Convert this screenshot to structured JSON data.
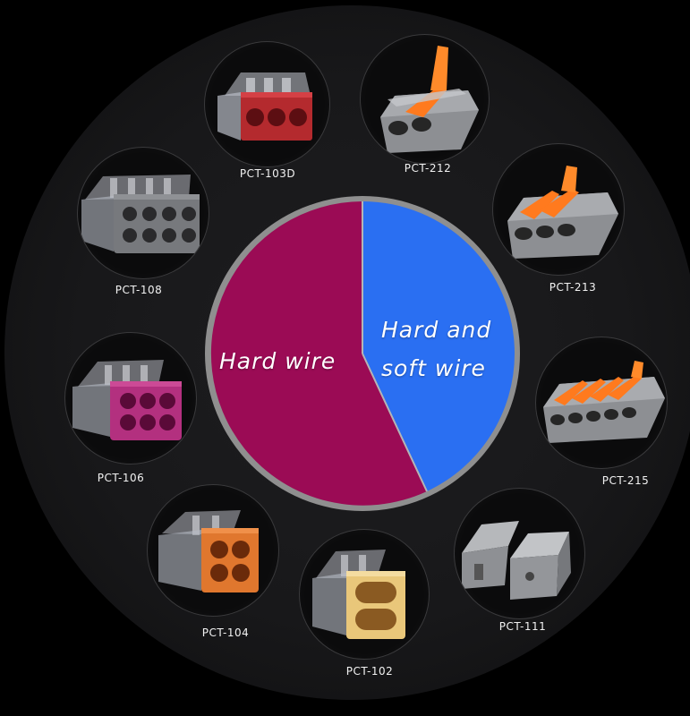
{
  "pie": {
    "segments": [
      {
        "label": "Hard wire",
        "color": "#9b0b55"
      },
      {
        "label": "Hard and soft wire",
        "color": "#2a6ff2"
      }
    ],
    "label_left": "Hard wire",
    "label_right_line1": "Hard and",
    "label_right_line2": "soft wire"
  },
  "products": [
    {
      "id": "pct-103d",
      "label": "PCT-103D",
      "group": "Hard wire",
      "icon": "red-push-in-connector-3-port"
    },
    {
      "id": "pct-212",
      "label": "PCT-212",
      "group": "Hard and soft wire",
      "icon": "lever-connector-2-port"
    },
    {
      "id": "pct-213",
      "label": "PCT-213",
      "group": "Hard and soft wire",
      "icon": "lever-connector-3-port"
    },
    {
      "id": "pct-215",
      "label": "PCT-215",
      "group": "Hard and soft wire",
      "icon": "lever-connector-5-port"
    },
    {
      "id": "pct-111",
      "label": "PCT-111",
      "group": "Hard and soft wire",
      "icon": "gray-inline-connector"
    },
    {
      "id": "pct-102",
      "label": "PCT-102",
      "group": "Hard wire",
      "icon": "yellow-push-in-connector-2-port"
    },
    {
      "id": "pct-104",
      "label": "PCT-104",
      "group": "Hard wire",
      "icon": "orange-push-in-connector-4-port"
    },
    {
      "id": "pct-106",
      "label": "PCT-106",
      "group": "Hard wire",
      "icon": "magenta-push-in-connector-6-port"
    },
    {
      "id": "pct-108",
      "label": "PCT-108",
      "group": "Hard wire",
      "icon": "gray-push-in-connector-8-port"
    }
  ],
  "colors": {
    "background": "#000000",
    "ring_border": "#3a3a3c",
    "pie_border": "#9c9c9c",
    "hard_wire": "#9b0b55",
    "hard_and_soft_wire": "#2a6ff2"
  }
}
